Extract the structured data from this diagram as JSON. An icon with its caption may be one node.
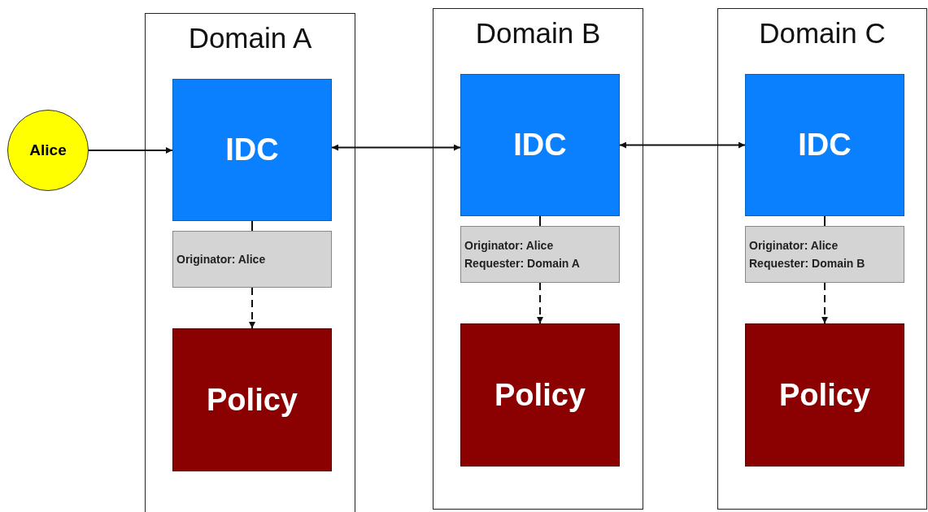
{
  "diagram": {
    "nodes": [
      {
        "text": [
          "Alice"
        ]
      },
      {
        "text": [
          "Domain A"
        ]
      },
      {
        "text": [
          "IDC"
        ],
        "in": 1
      },
      {
        "text": [
          "Originator: Alice"
        ],
        "in": 1
      },
      {
        "text": [
          "Policy"
        ],
        "in": 1
      },
      {
        "text": [
          "Domain B"
        ]
      },
      {
        "text": [
          "IDC"
        ],
        "in": 5
      },
      {
        "text": [
          "Originator: Alice",
          "Requester: Domain A"
        ],
        "in": 5
      },
      {
        "text": [
          "Policy"
        ],
        "in": 5
      },
      {
        "text": [
          "Domain C"
        ]
      },
      {
        "text": [
          "IDC"
        ],
        "in": 9
      },
      {
        "text": [
          "Originator: Alice",
          "Requester: Domain B"
        ],
        "in": 9
      },
      {
        "text": [
          "Policy"
        ],
        "in": 9
      }
    ],
    "edges": [
      {
        "from": 0,
        "to": 2,
        "arrow": "to"
      },
      {
        "from": 2,
        "to": 6,
        "arrow": "both"
      },
      {
        "from": 6,
        "to": 10,
        "arrow": "both"
      },
      {
        "from": 2,
        "to": 3,
        "arrow": "none"
      },
      {
        "from": 3,
        "to": 4,
        "arrow": "to",
        "style": "dashed"
      },
      {
        "from": 6,
        "to": 7,
        "arrow": "none"
      },
      {
        "from": 7,
        "to": 8,
        "arrow": "to",
        "style": "dashed"
      },
      {
        "from": 10,
        "to": 11,
        "arrow": "none"
      },
      {
        "from": 11,
        "to": 12,
        "arrow": "to",
        "style": "dashed"
      }
    ]
  }
}
